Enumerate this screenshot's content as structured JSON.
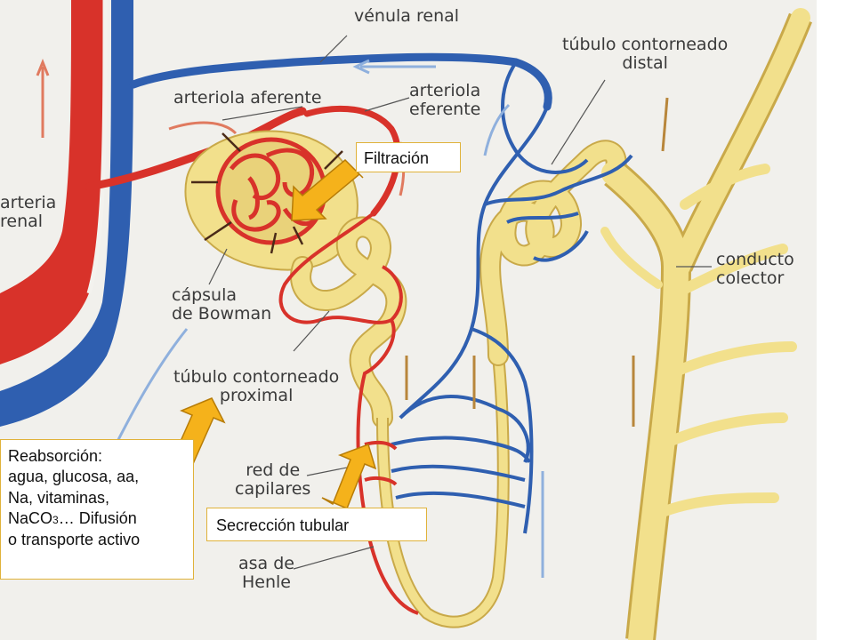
{
  "labels": {
    "venula_renal": "vénula renal",
    "tubulo_distal_line1": "túbulo contorneado",
    "tubulo_distal_line2": "distal",
    "arteriola_aferente": "arteriola aferente",
    "arteriola_eferente_line1": "arteriola",
    "arteriola_eferente_line2": "eferente",
    "arteria_renal_line1": "arteria",
    "arteria_renal_line2": "renal",
    "capsula_line1": "cápsula",
    "capsula_line2": "de Bowman",
    "conducto_line1": "conducto",
    "conducto_line2": "colector",
    "tubulo_proximal_line1": "túbulo contorneado",
    "tubulo_proximal_line2": "proximal",
    "red_line1": "red de",
    "red_line2": "capilares",
    "asa_line1": "asa de",
    "asa_line2": "Henle"
  },
  "callouts": {
    "filtracion": "Filtración",
    "secrecion": "Secrección tubular",
    "reabsorcion": {
      "line1": "Reabsorción:",
      "line2": "agua, glucosa, aa,",
      "line3": "Na, vitaminas,",
      "line4_prefix": "NaCO",
      "line4_sub": "3",
      "line4_suffix": "… Difusión",
      "line5": "o transporte activo"
    }
  },
  "colors": {
    "artery": "#d8322a",
    "vein": "#2f5fb0",
    "tubule": "#f2e08c",
    "tubule_outline": "#c9a949",
    "callout_arrow": "#f5b21b",
    "flow_arrow_red": "#e07a5f",
    "flow_arrow_blue": "#8fb0dd",
    "flow_arrow_brown": "#b8863b"
  }
}
